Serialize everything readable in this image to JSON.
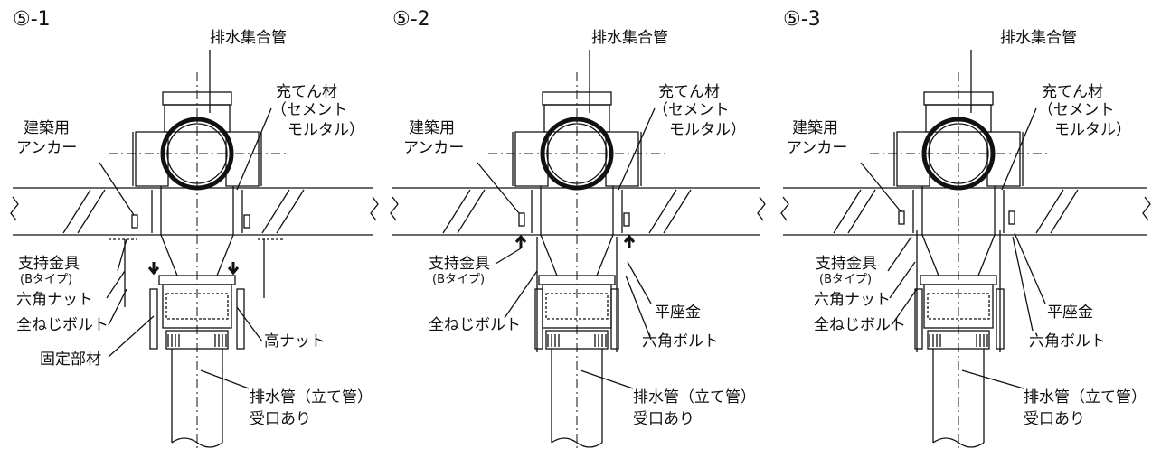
{
  "panels": [
    {
      "title": "⑤-1",
      "labels": {
        "collector": "排水集合管",
        "filler": "充てん材",
        "filler_sub1": "（セメント",
        "filler_sub2": "モルタル）",
        "anchor1": "建築用",
        "anchor2": "アンカー",
        "support": "支持金具",
        "btype": "(Bタイプ)",
        "hexnut": "六角ナット",
        "allbolt": "全ねじボルト",
        "fixing": "固定部材",
        "highnut": "高ナット",
        "pipe1": "排水管（立て管）",
        "pipe2": "受口あり"
      }
    },
    {
      "title": "⑤-2",
      "labels": {
        "collector": "排水集合管",
        "filler": "充てん材",
        "filler_sub1": "（セメント",
        "filler_sub2": "モルタル）",
        "anchor1": "建築用",
        "anchor2": "アンカー",
        "support": "支持金具",
        "btype": "(Bタイプ)",
        "allbolt": "全ねじボルト",
        "washer": "平座金",
        "hexbolt": "六角ボルト",
        "pipe1": "排水管（立て管）",
        "pipe2": "受口あり"
      }
    },
    {
      "title": "⑤-3",
      "labels": {
        "collector": "排水集合管",
        "filler": "充てん材",
        "filler_sub1": "（セメント",
        "filler_sub2": "モルタル）",
        "anchor1": "建築用",
        "anchor2": "アンカー",
        "support": "支持金具",
        "btype": "(Bタイプ)",
        "hexnut": "六角ナット",
        "allbolt": "全ねじボルト",
        "washer": "平座金",
        "hexbolt": "六角ボルト",
        "pipe1": "排水管（立て管）",
        "pipe2": "受口あり"
      }
    }
  ]
}
